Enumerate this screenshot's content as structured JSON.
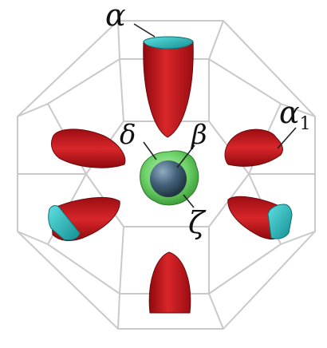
{
  "figure": {
    "labels": {
      "alpha": "α",
      "alpha1_base": "α",
      "alpha1_sub": "1",
      "delta": "δ",
      "beta": "β",
      "zeta": "ζ"
    },
    "colors": {
      "pocket_red": "#c8161c",
      "pocket_red_dark": "#8f0a0e",
      "pocket_cap": "#1fb5b8",
      "sphere_green": "#6fd36a",
      "sphere_blue": "#3d5a78",
      "wireframe": "#c9c9c9"
    }
  }
}
